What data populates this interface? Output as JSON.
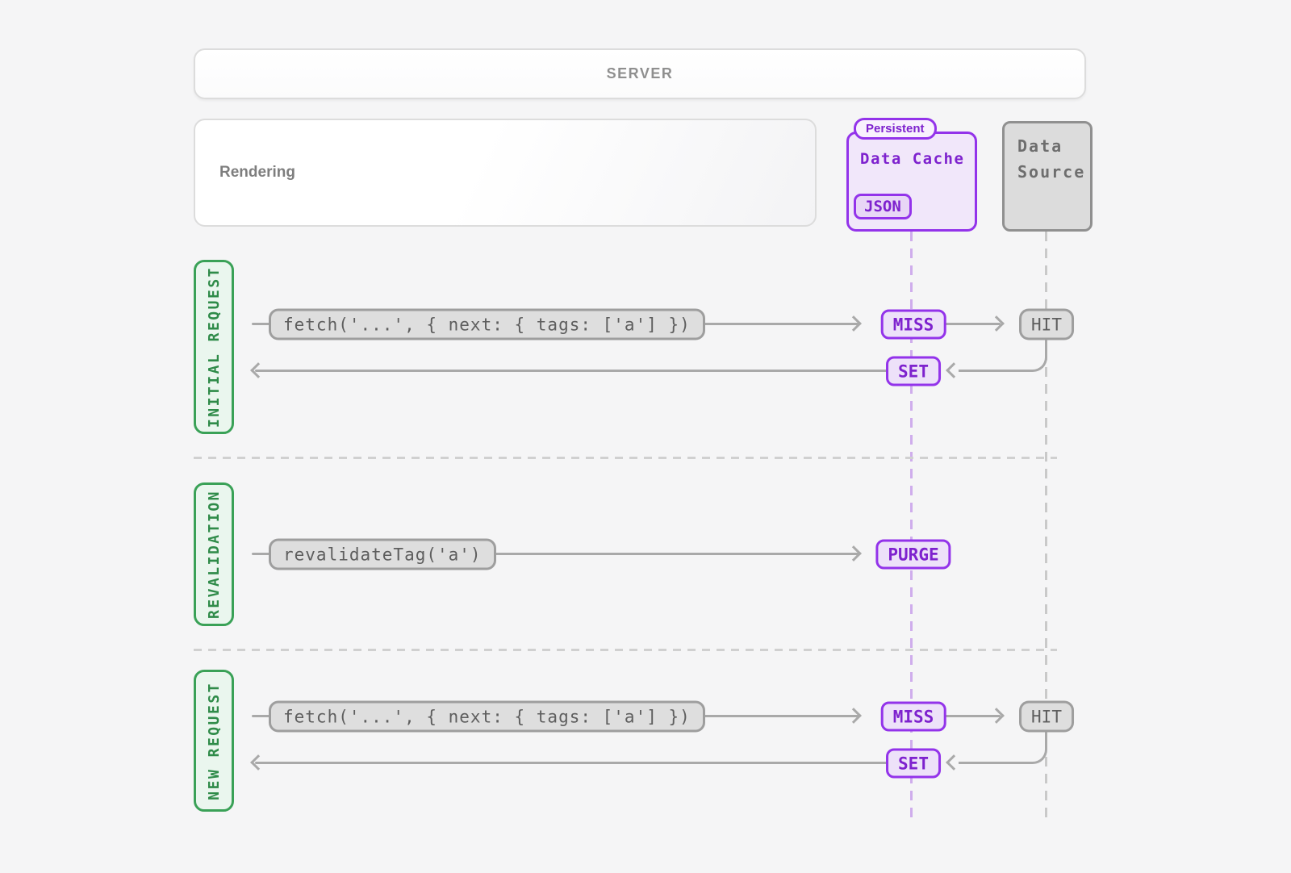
{
  "colors": {
    "background": "#f5f5f6",
    "purple_border": "#9333ea",
    "purple_text": "#7e22ce",
    "purple_fill": "#f1e7fa",
    "green_border": "#3aa157",
    "green_text": "#2f8b49",
    "green_fill": "#eaf6ee",
    "gray_pill_fill": "#dedede",
    "gray_pill_border": "#9e9e9e",
    "arrow_gray": "#a9a9a9",
    "lifeline_purple": "#cfadec",
    "lifeline_gray": "#c9c9c9"
  },
  "server": {
    "label": "SERVER"
  },
  "rendering": {
    "label": "Rendering"
  },
  "data_cache": {
    "badge": "Persistent",
    "title": "Data Cache",
    "tag": "JSON"
  },
  "data_source": {
    "title": "Data Source"
  },
  "sections": {
    "initial": {
      "label": "INITIAL REQUEST",
      "fetch_label": "fetch('...', { next: { tags: ['a'] })",
      "cache_result": "MISS",
      "source_result": "HIT",
      "return_label": "SET"
    },
    "revalidation": {
      "label": "REVALIDATION",
      "action_label": "revalidateTag('a')",
      "cache_result": "PURGE"
    },
    "new_request": {
      "label": "NEW REQUEST",
      "fetch_label": "fetch('...', { next: { tags: ['a'] })",
      "cache_result": "MISS",
      "source_result": "HIT",
      "return_label": "SET"
    }
  }
}
